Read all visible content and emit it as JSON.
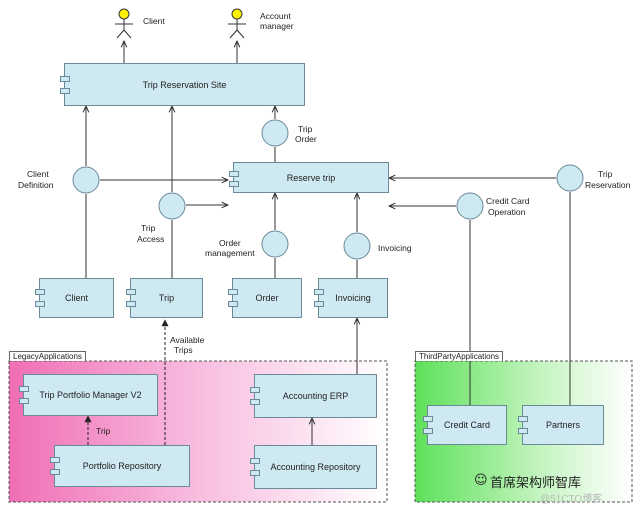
{
  "actors": {
    "client": "Client",
    "account_manager_line1": "Account",
    "account_manager_line2": "manager"
  },
  "components": {
    "trip_reservation_site": "Trip Reservation Site",
    "reserve_trip": "Reserve trip",
    "client": "Client",
    "trip": "Trip",
    "order": "Order",
    "invoicing": "Invoicing",
    "trip_portfolio_manager": "Trip Portfolio Manager V2",
    "portfolio_repository": "Portfolio Repository",
    "accounting_erp": "Accounting ERP",
    "accounting_repository": "Accounting Repository",
    "credit_card": "Credit Card",
    "partners": "Partners"
  },
  "interfaces": {
    "trip_order_1": "Trip",
    "trip_order_2": "Order",
    "client_def_1": "Client",
    "client_def_2": "Definition",
    "trip_access_1": "Trip",
    "trip_access_2": "Access",
    "order_mgmt_1": "Order",
    "order_mgmt_2": "management",
    "invoicing": "Invoicing",
    "cc_op_1": "Credit Card",
    "cc_op_2": "Operation",
    "trip_res_1": "Trip",
    "trip_res_2": "Reservation"
  },
  "edges": {
    "available_trips_1": "Available",
    "available_trips_2": "Trips",
    "trip": "Trip"
  },
  "packages": {
    "legacy": "LegacyApplications",
    "third_party": "ThirdPartyApplications"
  },
  "watermark": {
    "text": "首席架构师智库",
    "sub": "@51CTO博客"
  },
  "colors": {
    "component_fill": "#cfe9f3",
    "legacy_pink": "#f06eb4",
    "third_green": "#5ee05a"
  }
}
